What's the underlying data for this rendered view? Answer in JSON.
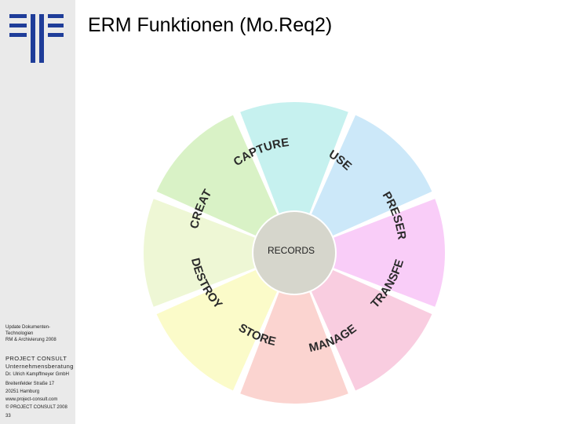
{
  "slide": {
    "title": "ERM Funktionen (Mo.Req2)"
  },
  "sidebar": {
    "lines_small": [
      "Update Dokumenten-",
      "Technologien",
      "RM & Archivierung 2008"
    ],
    "company": [
      "PROJECT CONSULT",
      "Unternehmensberatung"
    ],
    "address": [
      "Dr. Ulrich Kampffmeyer GmbH",
      "Breitenfelder Straße 17",
      "20251 Hamburg",
      "www.project-consult.com",
      "© PROJECT CONSULT 2008",
      "33"
    ]
  },
  "diagram": {
    "center_label": "RECORDS",
    "segments": [
      {
        "label": "CAPTURE",
        "color": "#c6f1ef"
      },
      {
        "label": "USE",
        "color": "#cce8f9"
      },
      {
        "label": "PRESERVE",
        "color": "#f9cdf8"
      },
      {
        "label": "TRANSFER",
        "color": "#f9cde0"
      },
      {
        "label": "MANAGE",
        "color": "#fbd4d0"
      },
      {
        "label": "STORE",
        "color": "#fbfbc9"
      },
      {
        "label": "DESTROY",
        "color": "#eef7d5"
      },
      {
        "label": "CREATE",
        "color": "#d9f2c6"
      }
    ],
    "center_color": "#d6d6cc"
  }
}
